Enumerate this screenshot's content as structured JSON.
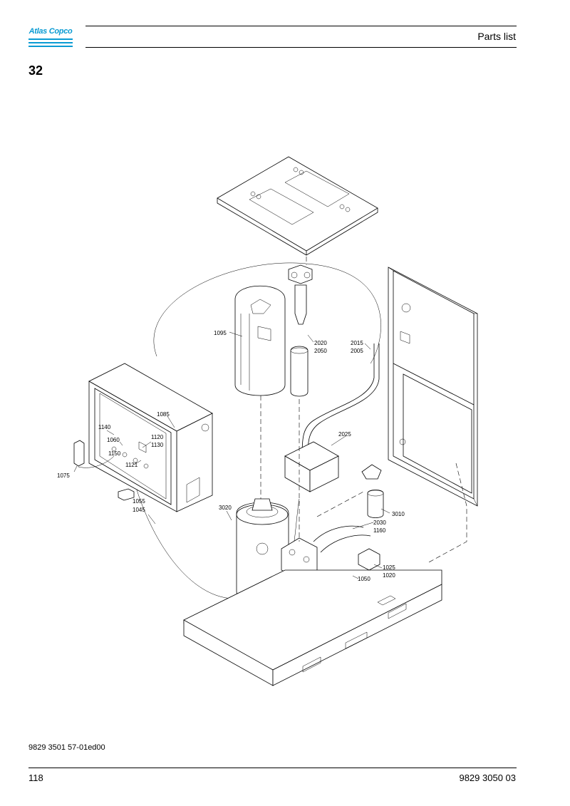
{
  "header": {
    "logo_text": "Atlas Copco",
    "section_title": "Parts list",
    "page_label": "32"
  },
  "drawing": {
    "callouts": [
      {
        "id": "c1095",
        "text": "1095"
      },
      {
        "id": "c2020",
        "text": "2020"
      },
      {
        "id": "c2050",
        "text": "2050"
      },
      {
        "id": "c2015",
        "text": "2015"
      },
      {
        "id": "c2005",
        "text": "2005"
      },
      {
        "id": "c1085",
        "text": "1085"
      },
      {
        "id": "c1060",
        "text": "1060"
      },
      {
        "id": "c1140",
        "text": "1140"
      },
      {
        "id": "c1120",
        "text": "1120"
      },
      {
        "id": "c1130",
        "text": "1130"
      },
      {
        "id": "c1150",
        "text": "1150"
      },
      {
        "id": "c1121",
        "text": "1121"
      },
      {
        "id": "c1075",
        "text": "1075"
      },
      {
        "id": "c2025",
        "text": "2025"
      },
      {
        "id": "c1055",
        "text": "1055"
      },
      {
        "id": "c1045",
        "text": "1045"
      },
      {
        "id": "c3020",
        "text": "3020"
      },
      {
        "id": "c3010",
        "text": "3010"
      },
      {
        "id": "c2030",
        "text": "2030"
      },
      {
        "id": "c1160",
        "text": "1160"
      },
      {
        "id": "c1025",
        "text": "1025"
      },
      {
        "id": "c1020",
        "text": "1020"
      },
      {
        "id": "c1050",
        "text": "1050"
      }
    ]
  },
  "footer": {
    "doc_code": "9829 3501 57-01ed00",
    "folio": "118",
    "doc_number": "9829 3050 03"
  }
}
